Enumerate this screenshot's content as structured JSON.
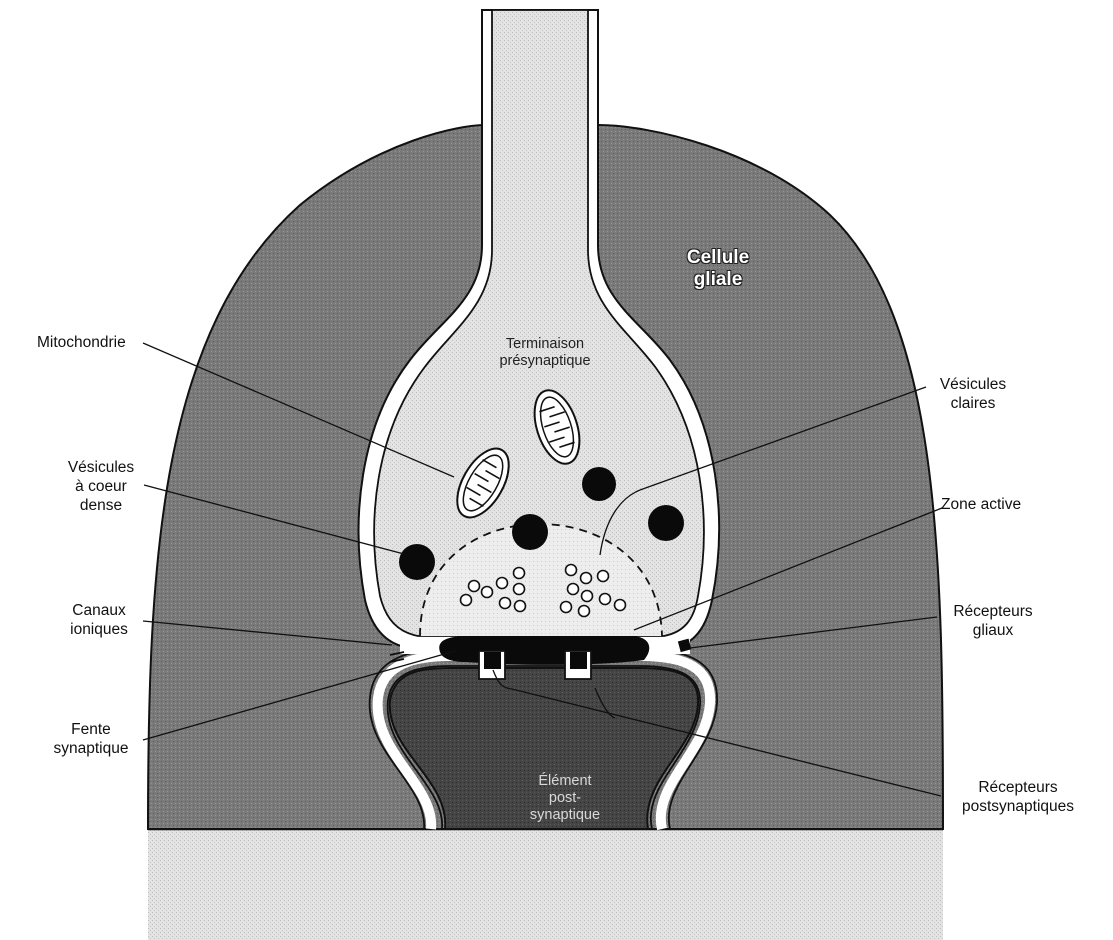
{
  "labels": {
    "glial_cell": [
      "Cellule",
      "gliale"
    ],
    "presynaptic": [
      "Terminaison",
      "présynaptique"
    ],
    "postsynaptic": [
      "Élément",
      "post-",
      "synaptique"
    ],
    "mitochondria": [
      "Mitochondrie"
    ],
    "dense_core_vesicles": [
      "Vésicules",
      "à coeur",
      "dense"
    ],
    "ion_channels": [
      "Canaux",
      "ioniques"
    ],
    "synaptic_cleft": [
      "Fente",
      "synaptique"
    ],
    "clear_vesicles": [
      "Vésicules",
      "claires"
    ],
    "active_zone": [
      "Zone active"
    ],
    "glial_receptors": [
      "Récepteurs",
      "gliaux"
    ],
    "postsynaptic_receptors": [
      "Récepteurs",
      "postsynaptiques"
    ]
  }
}
